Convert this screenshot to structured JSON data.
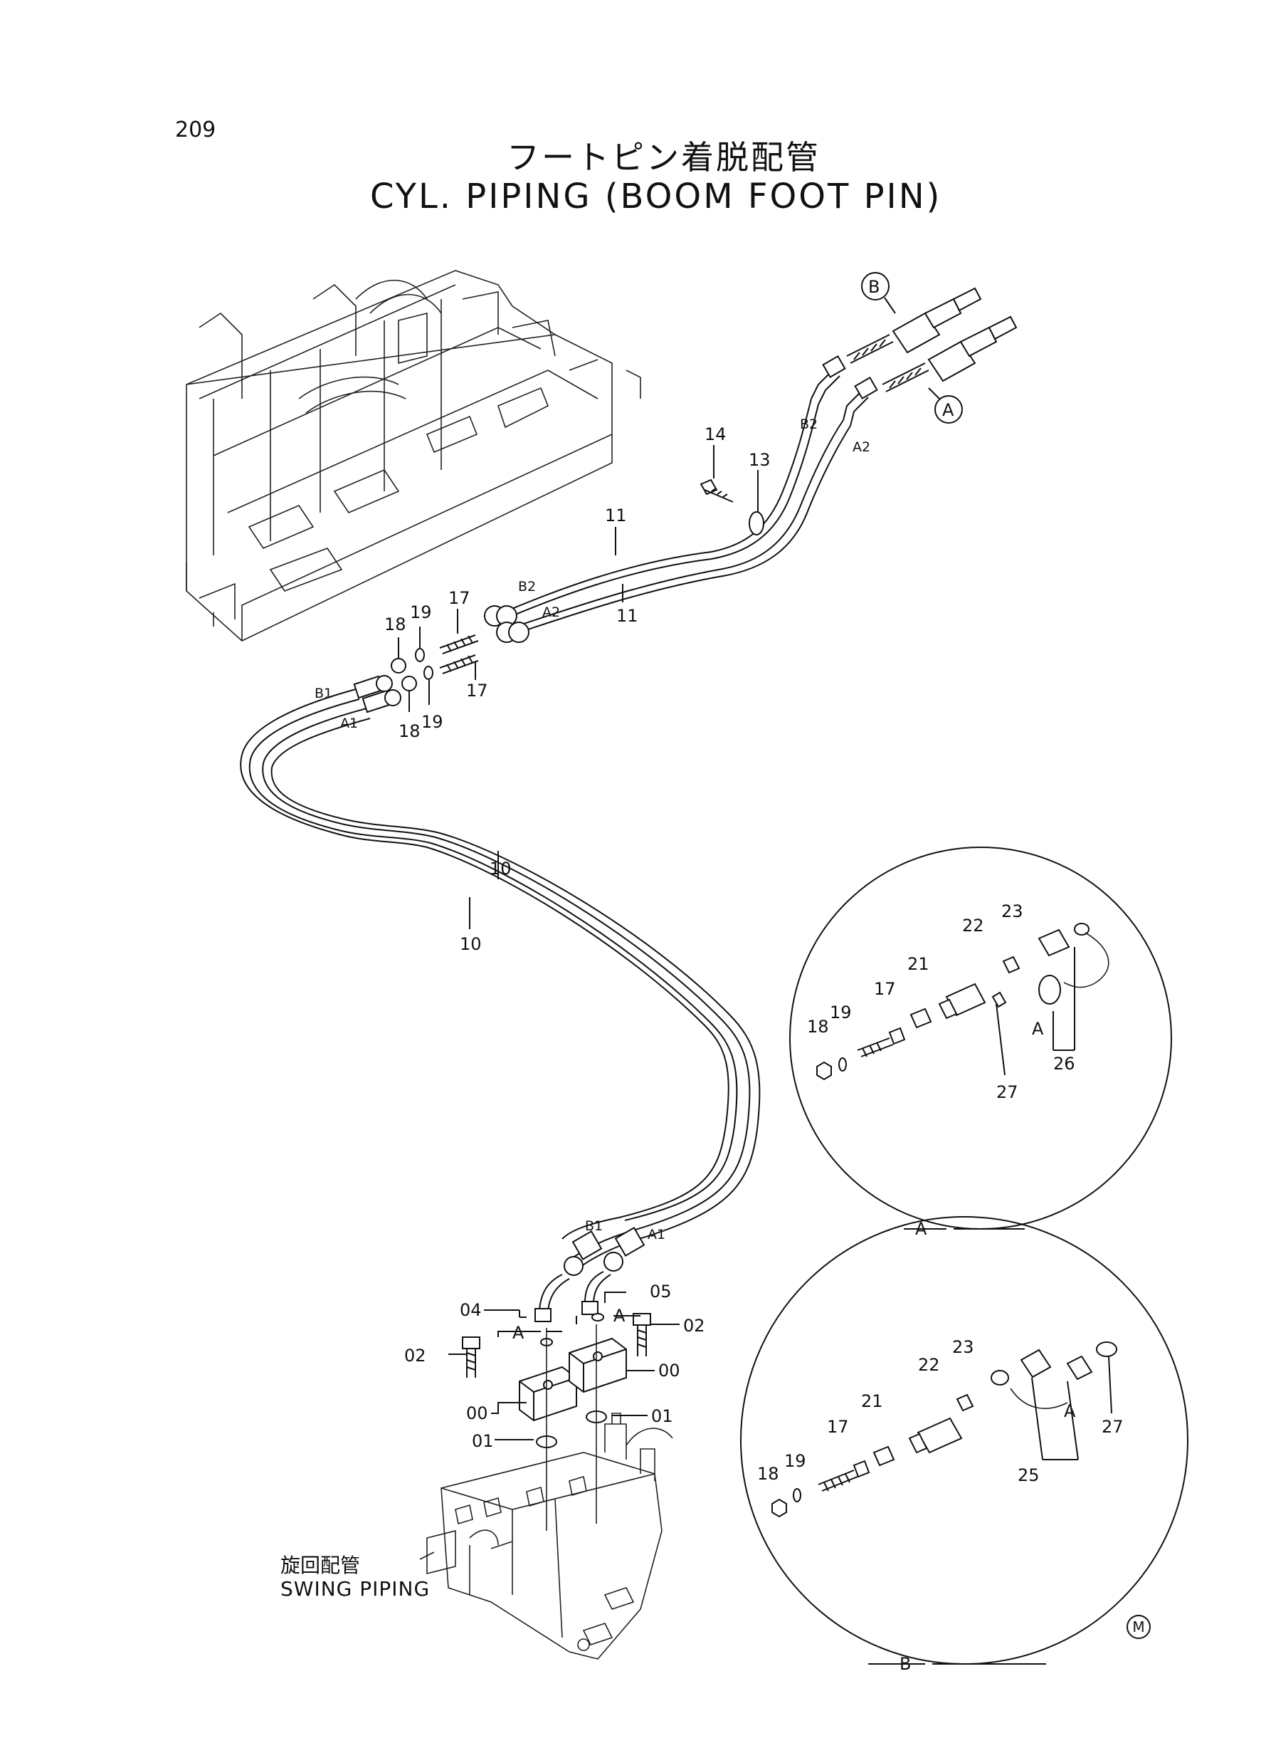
{
  "page_number": "209",
  "title_jp": "フートピン着脱配管",
  "title_en": "CYL. PIPING (BOOM FOOT PIN)",
  "swing_label_jp": "旋回配管",
  "swing_label_en": "SWING PIPING",
  "corner_mark": "M",
  "callouts": {
    "B": "B",
    "A": "A",
    "p14": "14",
    "p13": "13",
    "p11a": "11",
    "p11b": "11",
    "p17a": "17",
    "p17b": "17",
    "p18a": "18",
    "p18b": "18",
    "p19a": "19",
    "p19b": "19",
    "p10a": "10",
    "p10b": "10",
    "p04": "04",
    "p05": "05",
    "p02a": "02",
    "p02b": "02",
    "p00a": "00",
    "p00b": "00",
    "p01a": "01",
    "p01b": "01",
    "A_sec1": "A",
    "A_sec2": "A"
  },
  "port_labels": {
    "B2_top": "B2",
    "A2_top": "A2",
    "B2_mid": "B2",
    "A2_mid": "A2",
    "B1_left": "B1",
    "A1_left": "A1",
    "B1_bot": "B1",
    "A1_bot": "A1"
  },
  "detail_A": {
    "title": "A",
    "parts": {
      "p18": "18",
      "p19": "19",
      "p17": "17",
      "p21": "21",
      "p22": "22",
      "p23": "23",
      "pA": "A",
      "p26": "26",
      "p27": "27"
    }
  },
  "detail_B": {
    "title": "B",
    "parts": {
      "p18": "18",
      "p19": "19",
      "p17": "17",
      "p21": "21",
      "p22": "22",
      "p23": "23",
      "pA": "A",
      "p25": "25",
      "p27": "27"
    }
  }
}
